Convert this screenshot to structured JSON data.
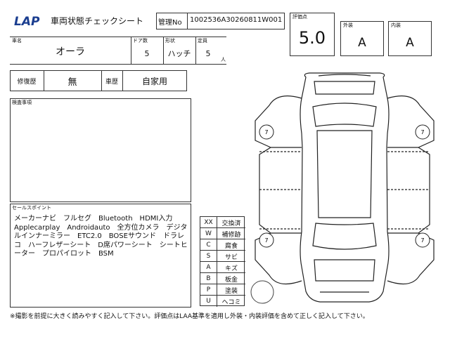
{
  "header": {
    "logo_text": "LAP",
    "title": "車両状態チェックシート",
    "mgmt_label": "管理No",
    "mgmt_no": "1002536A30260811W001"
  },
  "grade": {
    "label": "評価点",
    "value": "5.0",
    "exterior_label": "外装",
    "exterior_value": "A",
    "interior_label": "内装",
    "interior_value": "A"
  },
  "car": {
    "name_label": "車名",
    "name": "オーラ",
    "doors_label": "ドア数",
    "doors": "5",
    "shape_label": "形状",
    "shape": "ハッチ",
    "capacity_label": "定員",
    "capacity": "5",
    "capacity_unit": "人"
  },
  "history": {
    "repair_label": "修復歴",
    "repair_value": "無",
    "usage_label": "車歴",
    "usage_value": "自家用"
  },
  "inspection": {
    "label": "検査事項"
  },
  "sales": {
    "label": "セールスポイント",
    "text": "メーカーナビ　フルセグ　Bluetooth　HDMI入力　Applecarplay　Androidauto　全方位カメラ　デジタルインナーミラー　ETC2.0　BOSEサウンド　ドラレコ　ハーフレザーシート　D席パワーシート　シートヒーター　プロパイロット　BSM"
  },
  "legend": [
    {
      "code": "XX",
      "desc": "交換済"
    },
    {
      "code": "W",
      "desc": "補修跡"
    },
    {
      "code": "C",
      "desc": "腐食"
    },
    {
      "code": "S",
      "desc": "サビ"
    },
    {
      "code": "A",
      "desc": "キズ"
    },
    {
      "code": "B",
      "desc": "板金"
    },
    {
      "code": "P",
      "desc": "塗装"
    },
    {
      "code": "U",
      "desc": "ヘコミ"
    }
  ],
  "tires": {
    "front_left": "7",
    "front_right": "7",
    "rear_left": "7",
    "rear_right": "7"
  },
  "footnote": "※撮影を前提に大きく読みやすく記入して下さい。評価点はLAA基準を適用し外装・内装評価を含めて正しく記入して下さい。"
}
